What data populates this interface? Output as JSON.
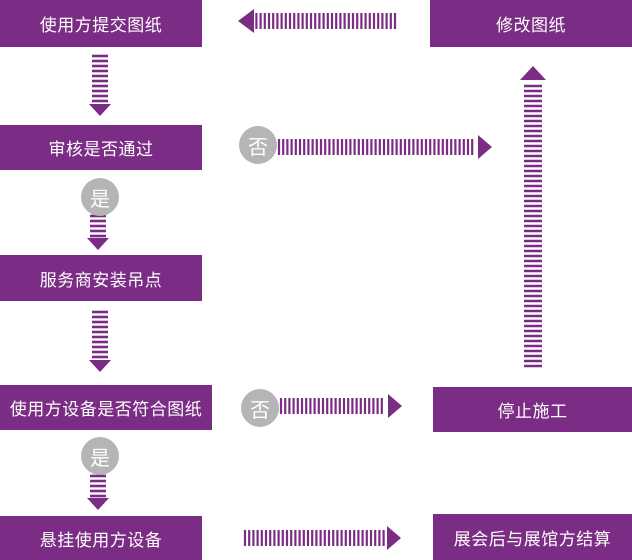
{
  "colors": {
    "box": "#7b2c84",
    "arrow": "#7b2c84",
    "circle": "#b5b5b5",
    "text": "#ffffff"
  },
  "nodes": {
    "submit": "使用方提交图纸",
    "review": "审核是否通过",
    "install": "服务商安装吊点",
    "conform": "使用方设备是否符合图纸",
    "hang": "悬挂使用方设备",
    "modify": "修改图纸",
    "stop": "停止施工",
    "settle": "展会后与展馆方结算"
  },
  "decisions": {
    "yes": "是",
    "no": "否"
  }
}
